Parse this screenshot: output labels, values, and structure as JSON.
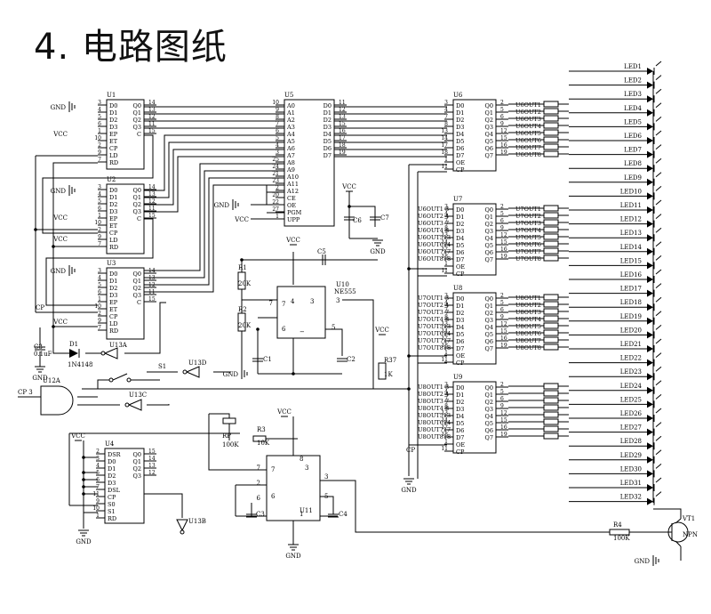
{
  "title": "4. 电路图纸",
  "chips": {
    "U1": {
      "name": "U1",
      "left": [
        "D0",
        "D1",
        "D2",
        "D3",
        "EP",
        "ET",
        "CP",
        "LD",
        "RD"
      ],
      "right": [
        "Q0",
        "Q1",
        "Q2",
        "Q3",
        "C"
      ],
      "lp": [
        "3",
        "4",
        "5",
        "6",
        "1",
        "10",
        "2",
        "9",
        "7"
      ],
      "rp": [
        "14",
        "13",
        "12",
        "11",
        "15"
      ]
    },
    "U2": {
      "name": "U2",
      "left": [
        "D0",
        "D1",
        "D2",
        "D3",
        "EP",
        "ET",
        "CP",
        "LD",
        "RD"
      ],
      "right": [
        "Q0",
        "Q1",
        "Q2",
        "Q3",
        "C"
      ],
      "lp": [
        "3",
        "4",
        "5",
        "6",
        "1",
        "10",
        "2",
        "9",
        "7"
      ],
      "rp": [
        "14",
        "13",
        "12",
        "11",
        "15"
      ]
    },
    "U3": {
      "name": "U3",
      "left": [
        "D0",
        "D1",
        "D2",
        "D3",
        "EP",
        "ET",
        "CP",
        "LD",
        "RD"
      ],
      "right": [
        "Q0",
        "Q1",
        "Q2",
        "Q3",
        "C"
      ],
      "lp": [
        "3",
        "4",
        "5",
        "6",
        "1",
        "10",
        "2",
        "9",
        "7"
      ],
      "rp": [
        "14",
        "13",
        "12",
        "11",
        "15"
      ]
    },
    "U4": {
      "name": "U4",
      "left": [
        "DSR",
        "D0",
        "D1",
        "D2",
        "D3",
        "DSL",
        "CP",
        "S0",
        "S1",
        "RD"
      ],
      "right": [
        "Q0",
        "Q1",
        "Q2",
        "Q3"
      ],
      "lp": [
        "2",
        "3",
        "4",
        "5",
        "6",
        "7",
        "11",
        "9",
        "10",
        "1"
      ],
      "rp": [
        "15",
        "14",
        "13",
        "12"
      ]
    },
    "U5": {
      "name": "U5",
      "left": [
        "A0",
        "A1",
        "A2",
        "A3",
        "A4",
        "A5",
        "A6",
        "A7",
        "A8",
        "A9",
        "A10",
        "A11",
        "A12",
        "CE",
        "OE",
        "PGM",
        "UPP"
      ],
      "right": [
        "D0",
        "D1",
        "D2",
        "D3",
        "D4",
        "D5",
        "D6",
        "D7"
      ],
      "lp": [
        "10",
        "9",
        "8",
        "7",
        "6",
        "5",
        "4",
        "3",
        "25",
        "24",
        "21",
        "23",
        "2",
        "20",
        "22",
        "27",
        "1"
      ],
      "rp": [
        "11",
        "12",
        "13",
        "15",
        "16",
        "17",
        "18",
        "19"
      ]
    },
    "U6": {
      "name": "U6",
      "left": [
        "D0",
        "D1",
        "D2",
        "D3",
        "D4",
        "D5",
        "D6",
        "D7",
        "OE",
        "CP"
      ],
      "right": [
        "Q0",
        "Q1",
        "Q2",
        "Q3",
        "Q4",
        "Q5",
        "Q6",
        "Q7"
      ],
      "lp": [
        "3",
        "4",
        "7",
        "8",
        "13",
        "14",
        "17",
        "18",
        "1",
        "11"
      ],
      "rp": [
        "2",
        "5",
        "6",
        "9",
        "12",
        "15",
        "16",
        "19"
      ]
    },
    "U7": {
      "name": "U7",
      "left": [
        "D0",
        "D1",
        "D2",
        "D3",
        "D4",
        "D5",
        "D6",
        "D7",
        "OE",
        "CP"
      ],
      "right": [
        "Q0",
        "Q1",
        "Q2",
        "Q3",
        "Q4",
        "Q5",
        "Q6",
        "Q7"
      ],
      "lp": [
        "3",
        "4",
        "7",
        "8",
        "13",
        "14",
        "17",
        "18",
        "1",
        "11"
      ],
      "rp": [
        "2",
        "5",
        "6",
        "9",
        "12",
        "15",
        "16",
        "19"
      ]
    },
    "U8": {
      "name": "U8",
      "left": [
        "D0",
        "D1",
        "D2",
        "D3",
        "D4",
        "D5",
        "D6",
        "D7",
        "OE",
        "CP"
      ],
      "right": [
        "Q0",
        "Q1",
        "Q2",
        "Q3",
        "Q4",
        "Q5",
        "Q6",
        "Q7"
      ],
      "lp": [
        "3",
        "4",
        "7",
        "8",
        "13",
        "14",
        "17",
        "18",
        "1",
        "11"
      ],
      "rp": [
        "2",
        "5",
        "6",
        "9",
        "12",
        "15",
        "16",
        "19"
      ]
    },
    "U9": {
      "name": "U9",
      "left": [
        "D0",
        "D1",
        "D2",
        "D3",
        "D4",
        "D5",
        "D6",
        "D7",
        "OE",
        "CP"
      ],
      "right": [
        "Q0",
        "Q1",
        "Q2",
        "Q3",
        "Q4",
        "Q5",
        "Q6",
        "Q7"
      ],
      "lp": [
        "3",
        "4",
        "7",
        "8",
        "13",
        "14",
        "17",
        "18",
        "1",
        "11"
      ],
      "rp": [
        "2",
        "5",
        "6",
        "9",
        "12",
        "15",
        "16",
        "19"
      ]
    }
  },
  "nets": {
    "u6out": [
      "U6OUT1",
      "U6OUT2",
      "U6OUT3",
      "U6OUT4",
      "U6OUT5",
      "U6OUT6",
      "U6OUT7",
      "U6OUT8"
    ],
    "u7in": [
      "U6OUT1 3",
      "U6OUT2 4",
      "U6OUT3 7",
      "U6OUT4 8",
      "U6OUT513",
      "U6OUT614",
      "U6OUT717",
      "U6OUT818"
    ],
    "u7out": [
      "U7OUT1",
      "U7OUT2",
      "U7OUT3",
      "U7OUT4",
      "U7OUT5",
      "U7OUT6",
      "U7OUT7",
      "U7OUT8"
    ],
    "u8in": [
      "U7OUT1 3",
      "U7OUT2 4",
      "U7OUT3 7",
      "U7OUT4 8",
      "U7OUT513",
      "U7OUT614",
      "U7OUT717",
      "U7OUT818"
    ],
    "u8out": [
      "U8OUT1",
      "U8OUT2",
      "U8OUT3",
      "U8OUT4",
      "U8OUT5",
      "U8OUT6",
      "U8OUT7",
      "U8OUT8"
    ],
    "u9in": [
      "U8OUT1 3",
      "U8OUT2 4",
      "U8OUT3 7",
      "U8OUT4 8",
      "U8OUT513",
      "U8OUT614",
      "U8OUT717",
      "U8OUT818"
    ]
  },
  "leds": [
    "LED1",
    "LED2",
    "LED3",
    "LED4",
    "LED5",
    "LED6",
    "LED7",
    "LED8",
    "LED9",
    "LED10",
    "LED11",
    "LED12",
    "LED13",
    "LED14",
    "LED15",
    "LED16",
    "LED17",
    "LED18",
    "LED19",
    "LED20",
    "LED21",
    "LED22",
    "LED23",
    "LED24",
    "LED25",
    "LED26",
    "LED27",
    "LED28",
    "LED29",
    "LED30",
    "LED31",
    "LED32"
  ],
  "labels": {
    "gnd": "GND",
    "vcc": "VCC",
    "cp3": "CP  3",
    "cp": "CP",
    "c8": "C8",
    "c8v": "0.1uF",
    "d1": "D1",
    "d1v": "1N4148",
    "u13a": "U13A",
    "u13b": "U13B",
    "u13c": "U13C",
    "u13d": "U13D",
    "u12a": "U12A",
    "s1": "S1",
    "r1": "R1",
    "r1v": "20K",
    "r2": "R2",
    "r2v": "20K",
    "r3": "R3",
    "r3v": "10K",
    "r4": "R4",
    "r4v": "100K",
    "r37": "R37",
    "r37v": "1K",
    "rp": "RP",
    "rpv": "100K",
    "c1": "C1",
    "c2": "C2",
    "c3": "C3",
    "c4": "C4",
    "c5": "C5",
    "c6": "C6",
    "c7": "C7",
    "u10": "U10",
    "u10v": "NE555",
    "u11": "U11",
    "vt1": "VT1",
    "vt1v": "NPN"
  }
}
